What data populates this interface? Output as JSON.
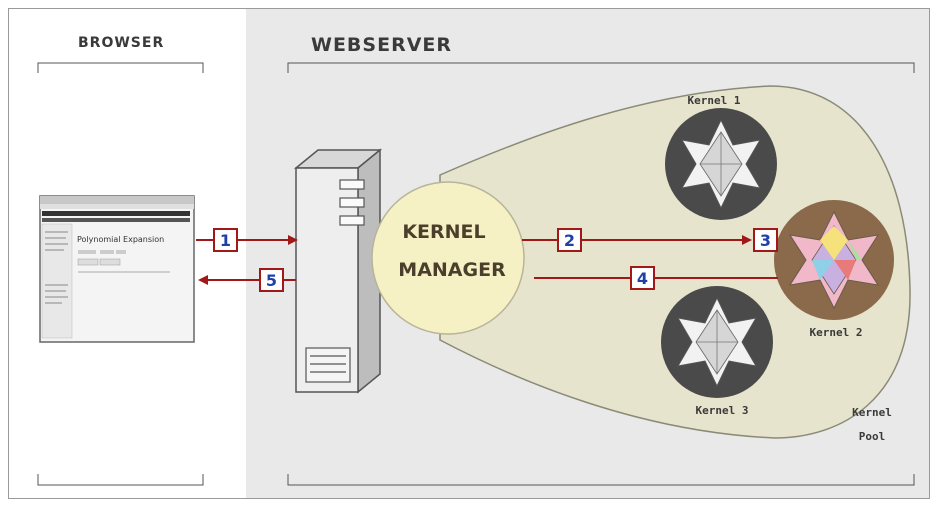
{
  "sections": {
    "browser": "BROWSER",
    "webserver": "WEBSERVER"
  },
  "kernel_manager": {
    "line1": "KERNEL",
    "line2": "MANAGER"
  },
  "kernels": {
    "k1": "Kernel 1",
    "k2": "Kernel 2",
    "k3": "Kernel 3"
  },
  "pool": {
    "line1": "Kernel",
    "line2": "Pool"
  },
  "steps": [
    "1",
    "2",
    "3",
    "4",
    "5"
  ],
  "browser_window": {
    "heading": "Polynomial Expansion"
  },
  "colors": {
    "arrow": "#a01818",
    "step_border": "#a01818",
    "step_text": "#2040a8",
    "kernel_manager_fill": "#f6f1c4",
    "pool_fill": "#e6e4cc",
    "kernel_bg": "#4a4a4a",
    "active_kernel_bg": "#8a6a4a"
  }
}
